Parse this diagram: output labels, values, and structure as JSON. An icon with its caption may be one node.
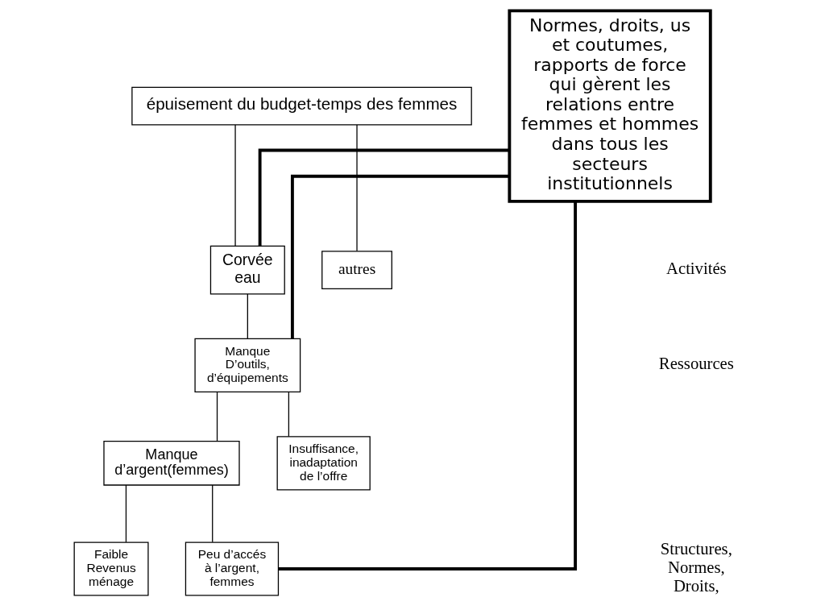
{
  "diagram": {
    "nodes": [
      {
        "text": [
          "épuisement du budget-temps des femmes"
        ]
      },
      {
        "text": [
          "Corvée eau"
        ]
      },
      {
        "text": [
          "autres"
        ]
      },
      {
        "text": [
          "Manque D’outils, d’équipements"
        ]
      },
      {
        "text": [
          "Manque d’argent(femmes)"
        ]
      },
      {
        "text": [
          "Insuffisance, inadaptation de l’offre"
        ]
      },
      {
        "text": [
          "Faible Revenus ménage"
        ]
      },
      {
        "text": [
          "Peu d’accés à l’argent, femmes"
        ]
      },
      {
        "text": [
          "Normes, droits, us et coutumes, rapports de force qui gèrent les relations entre femmes et hommes dans tous les secteurs institutionnels"
        ]
      }
    ],
    "edges": [
      {
        "from": 0,
        "to": 1,
        "arrow": "none"
      },
      {
        "from": 0,
        "to": 2,
        "arrow": "none"
      },
      {
        "from": 1,
        "to": 3,
        "arrow": "none"
      },
      {
        "from": 3,
        "to": 4,
        "arrow": "none"
      },
      {
        "from": 3,
        "to": 5,
        "arrow": "none"
      },
      {
        "from": 4,
        "to": 6,
        "arrow": "none"
      },
      {
        "from": 4,
        "to": 7,
        "arrow": "none"
      },
      {
        "from": 8,
        "to": 1,
        "arrow": "none",
        "style": "thick"
      },
      {
        "from": 8,
        "to": 3,
        "arrow": "none",
        "style": "thick"
      },
      {
        "from": 8,
        "to": 7,
        "arrow": "none",
        "style": "thick"
      }
    ],
    "labels": [
      "Activités",
      "Ressources",
      "Structures, Normes, Droits,"
    ]
  }
}
